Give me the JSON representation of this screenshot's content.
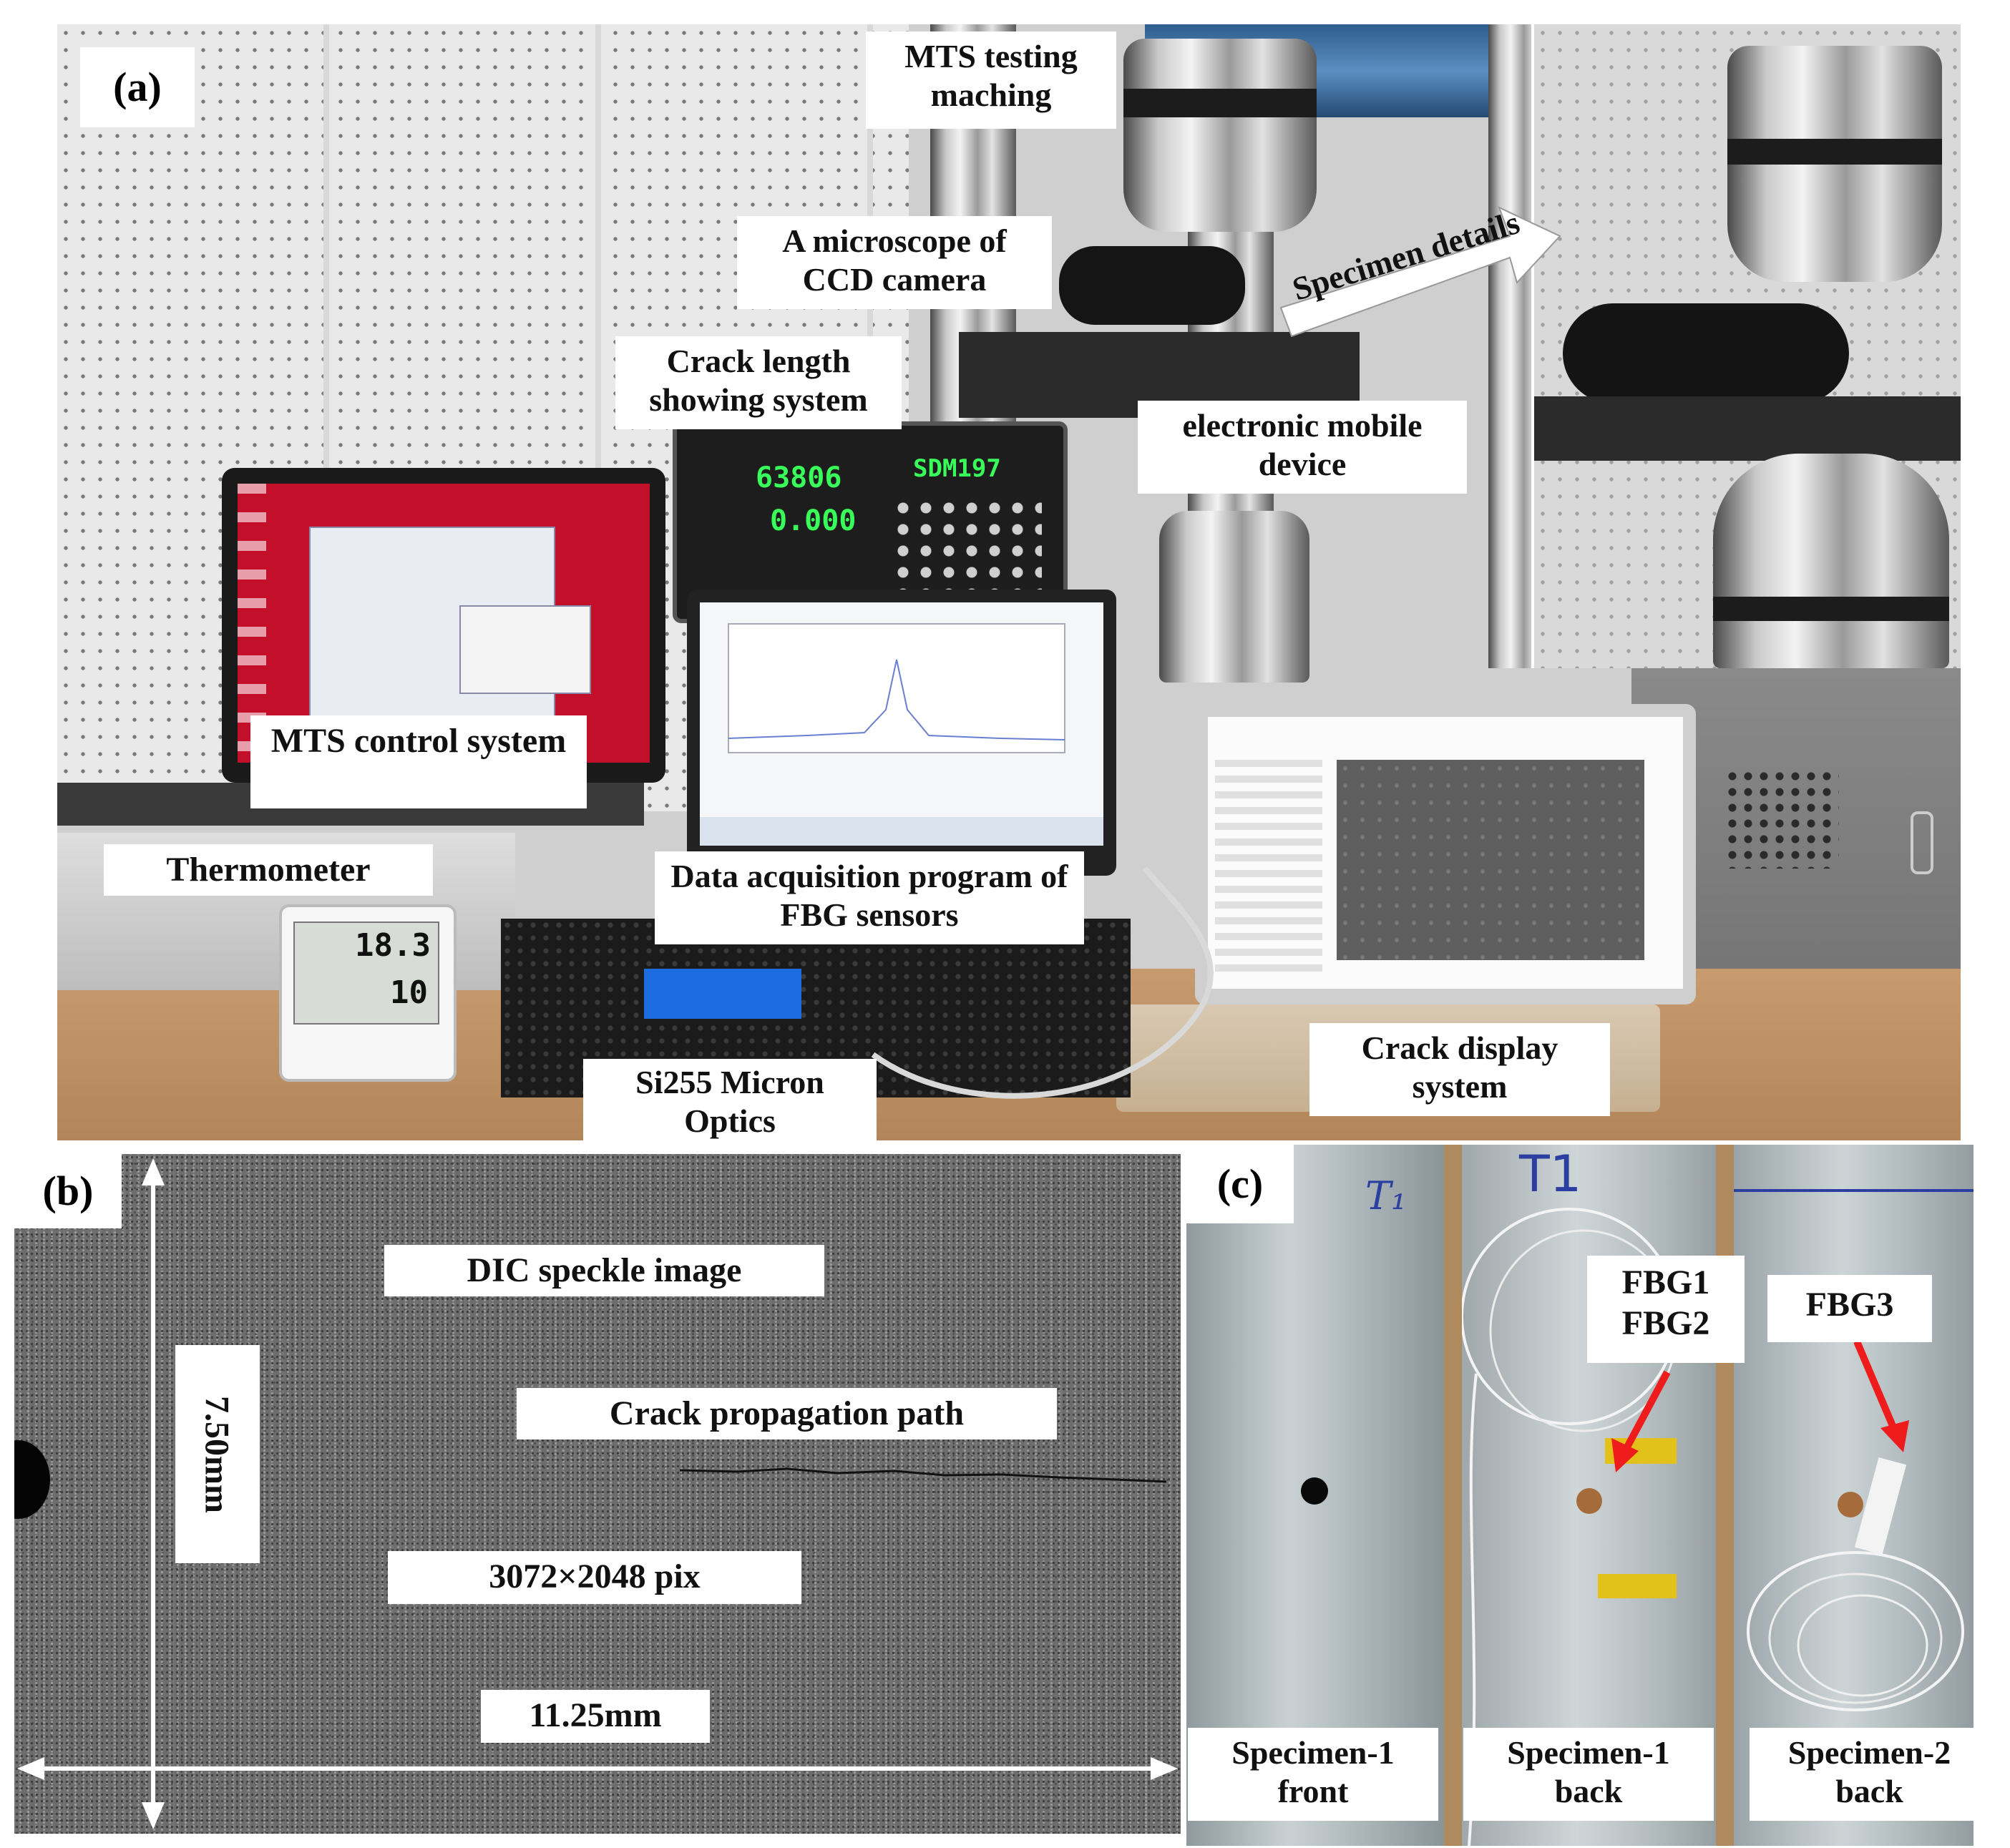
{
  "panel_a": {
    "tag": "(a)",
    "labels": {
      "mts_machine": "MTS testing maching",
      "microscope": "A microscope of CCD camera",
      "crack_length": "Crack length showing system",
      "mobile_device": "electronic mobile device",
      "specimen_details": "Specimen details",
      "mts_control": "MTS control system",
      "thermometer": "Thermometer",
      "data_acquisition": "Data acquisition program of FBG sensors",
      "si255": "Si255 Micron Optics",
      "crack_display": "Crack display system"
    },
    "readout": {
      "value1": "63806",
      "value2": "0.000",
      "brand": "SDM197"
    },
    "thermo": {
      "temp": "18.3",
      "humidity": "10"
    }
  },
  "panel_b": {
    "tag": "(b)",
    "labels": {
      "dic": "DIC speckle image",
      "crack_path": "Crack propagation path",
      "resolution": "3072×2048 pix",
      "height": "7.50mm",
      "width": "11.25mm"
    }
  },
  "panel_c": {
    "tag": "(c)",
    "labels": {
      "fbg12": "FBG1 FBG2",
      "fbg3": "FBG3",
      "spec1_front": "Specimen-1 front",
      "spec1_back": "Specimen-1 back",
      "spec2_back": "Specimen-2 back"
    },
    "handwriting": {
      "t1a": "T₁",
      "t1b": "T1"
    }
  }
}
